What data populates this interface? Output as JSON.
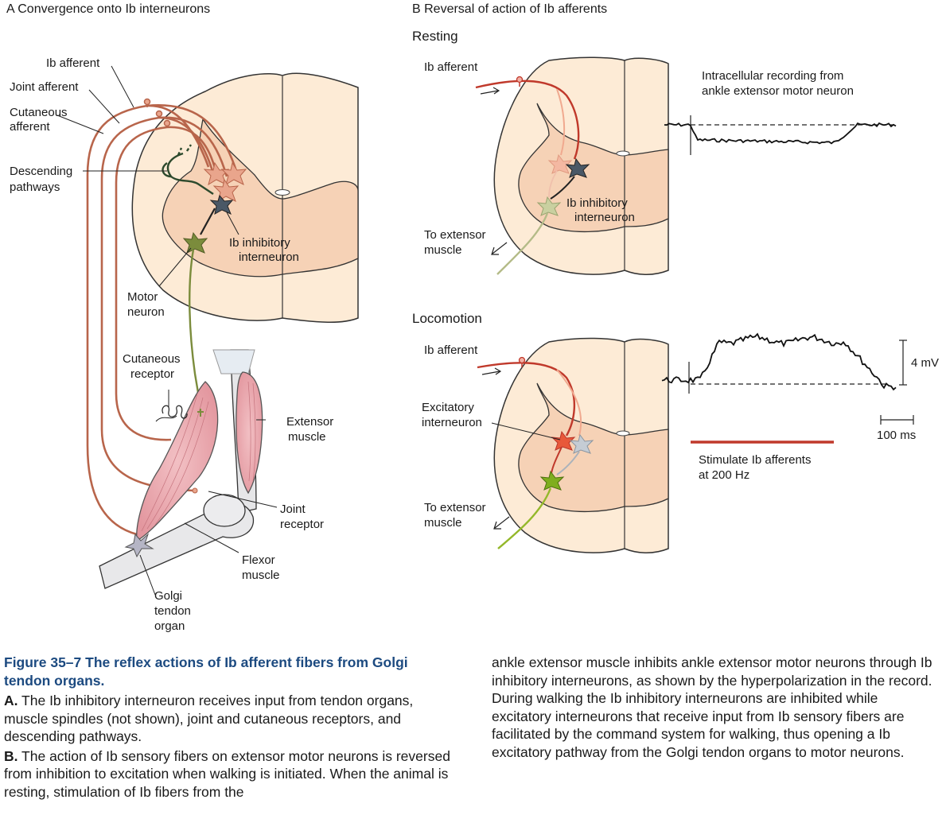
{
  "panel_a": {
    "title": "A  Convergence onto Ib interneurons",
    "labels": {
      "ib_afferent": "Ib afferent",
      "joint_afferent": "Joint afferent",
      "cutaneous_afferent_1": "Cutaneous",
      "cutaneous_afferent_2": "afferent",
      "descending_1": "Descending",
      "descending_2": "pathways",
      "ib_inhib_1": "Ib inhibitory",
      "ib_inhib_2": "interneuron",
      "motor_1": "Motor",
      "motor_2": "neuron",
      "cut_receptor_1": "Cutaneous",
      "cut_receptor_2": "receptor",
      "extensor_1": "Extensor",
      "extensor_2": "muscle",
      "joint_receptor_1": "Joint",
      "joint_receptor_2": "receptor",
      "flexor_1": "Flexor",
      "flexor_2": "muscle",
      "golgi_1": "Golgi",
      "golgi_2": "tendon",
      "golgi_3": "organ"
    }
  },
  "panel_b": {
    "title": "B  Reversal of action of Ib afferents",
    "resting": {
      "subtitle": "Resting",
      "ib_afferent": "Ib afferent",
      "ib_inhib_1": "Ib inhibitory",
      "ib_inhib_2": "interneuron",
      "to_extensor_1": "To extensor",
      "to_extensor_2": "muscle",
      "recording_1": "Intracellular recording from",
      "recording_2": "ankle extensor motor neuron"
    },
    "locomotion": {
      "subtitle": "Locomotion",
      "ib_afferent": "Ib afferent",
      "excit_1": "Excitatory",
      "excit_2": "interneuron",
      "to_extensor_1": "To extensor",
      "to_extensor_2": "muscle",
      "scale_mv": "4 mV",
      "scale_ms": "100 ms",
      "stim_1": "Stimulate Ib afferents",
      "stim_2": "at 200 Hz"
    }
  },
  "colors": {
    "ib_fiber": "#c0392b",
    "afferent": "#b8654b",
    "cord_fill": "#fdebd6",
    "gray_matter": "#f6d2b6",
    "motor_neuron": "#7b8c3c",
    "interneuron": "#4a5866",
    "stim_bar": "#c0392b",
    "caption_title": "#1c4a80"
  },
  "caption": {
    "fig_num": "Figure 35–7",
    "title": "The reflex actions of Ib afferent fibers from Golgi tendon organs.",
    "a_label": "A.",
    "a_text": "The Ib inhibitory interneuron receives input from tendon organs, muscle spindles (not shown), joint and cutaneous receptors, and descending pathways.",
    "b_label": "B.",
    "b_text": "The action of Ib sensory fibers on extensor motor neurons is reversed from inhibition to excitation when walking is initiated. When the animal is resting, stimulation of Ib fibers from the",
    "b_cont": "ankle extensor muscle inhibits ankle extensor motor neurons through Ib inhibitory interneurons, as shown by the hyperpolarization in the record. During walking the Ib inhibitory interneurons are inhibited while excitatory interneurons that receive input from Ib sensory fibers are facilitated by the command system for walking, thus opening a Ib excitatory pathway from the Golgi tendon organs to motor neurons."
  }
}
